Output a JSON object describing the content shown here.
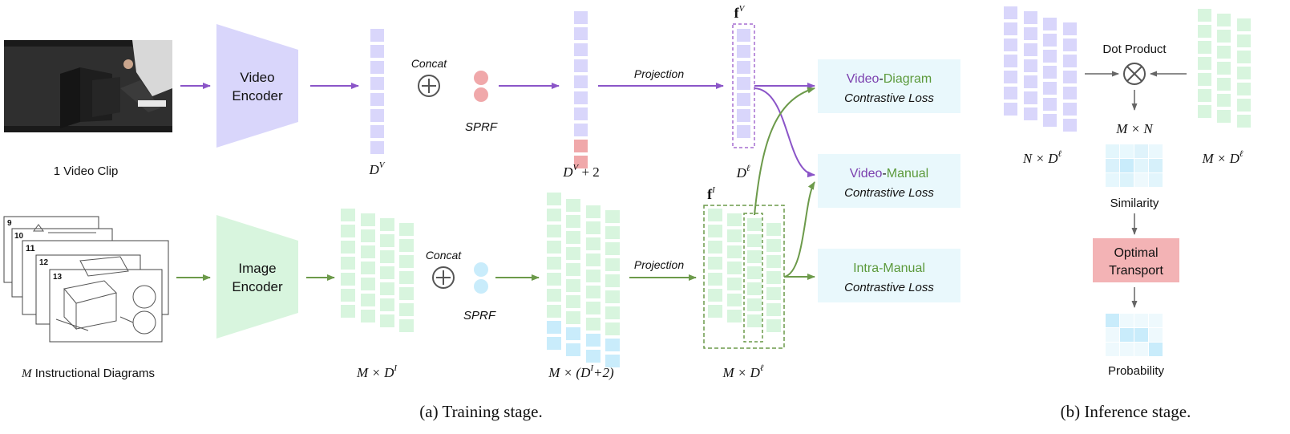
{
  "colors": {
    "purple_fill": "#d9d6fb",
    "purple_line": "#8b55c8",
    "green_fill": "#d8f5de",
    "green_line": "#6c9a4a",
    "green_text": "#5c9a3c",
    "purple_text": "#7b3fae",
    "blue_fill": "#c9ecfb",
    "pink_fill": "#f0a8aa",
    "loss_bg": "#e9f8fc",
    "ot_bg": "#f3b3b5",
    "gray_arrow": "#666666"
  },
  "video": {
    "caption": "1 Video Clip"
  },
  "diagrams": {
    "caption_var": "M",
    "caption_text": " Instructional Diagrams",
    "page_numbers": [
      "9",
      "10",
      "11",
      "12",
      "13"
    ]
  },
  "encoders": {
    "video": [
      "Video",
      "Encoder"
    ],
    "image": [
      "Image",
      "Encoder"
    ]
  },
  "ops": {
    "concat_top": "Concat",
    "concat_bottom": "Concat",
    "sprf_top": "SPRF",
    "sprf_bottom": "SPRF",
    "projection_top": "Projection",
    "projection_bottom": "Projection"
  },
  "dims": {
    "dv": "D",
    "dv_sup": "V",
    "dv2": "D",
    "dv2_sup": "V",
    "dv2_suffix": " + 2",
    "dl": "D",
    "dl_sup": "ℓ",
    "mdi": "M × D",
    "mdi_sup": "I",
    "mdi2_prefix": "M × (D",
    "mdi2_sup": "I",
    "mdi2_suffix": "+2)",
    "mdl": "M × D",
    "mdl_sup": "ℓ"
  },
  "features": {
    "fv": "f",
    "fv_sup": "V",
    "fi": "f",
    "fi_sup": "I"
  },
  "losses": [
    {
      "a": "Video",
      "dash": "-",
      "b": "Diagram",
      "a_color": "purple",
      "b_color": "green",
      "sub": "Contrastive Loss"
    },
    {
      "a": "Video",
      "dash": "-",
      "b": "Manual",
      "a_color": "purple",
      "b_color": "green",
      "sub": "Contrastive Loss"
    },
    {
      "a": "Intra-Manual",
      "dash": "",
      "b": "",
      "a_color": "green",
      "b_color": "green",
      "sub": "Contrastive Loss"
    }
  ],
  "inference": {
    "dot_product": "Dot Product",
    "mxn": "M × N",
    "ndl": "N × D",
    "ndl_sup": "ℓ",
    "mdl": "M × D",
    "mdl_sup": "ℓ",
    "similarity": "Similarity",
    "optimal_transport": [
      "Optimal",
      "Transport"
    ],
    "probability": "Probability"
  },
  "captions": {
    "training": "(a) Training stage.",
    "inference": "(b) Inference stage."
  }
}
